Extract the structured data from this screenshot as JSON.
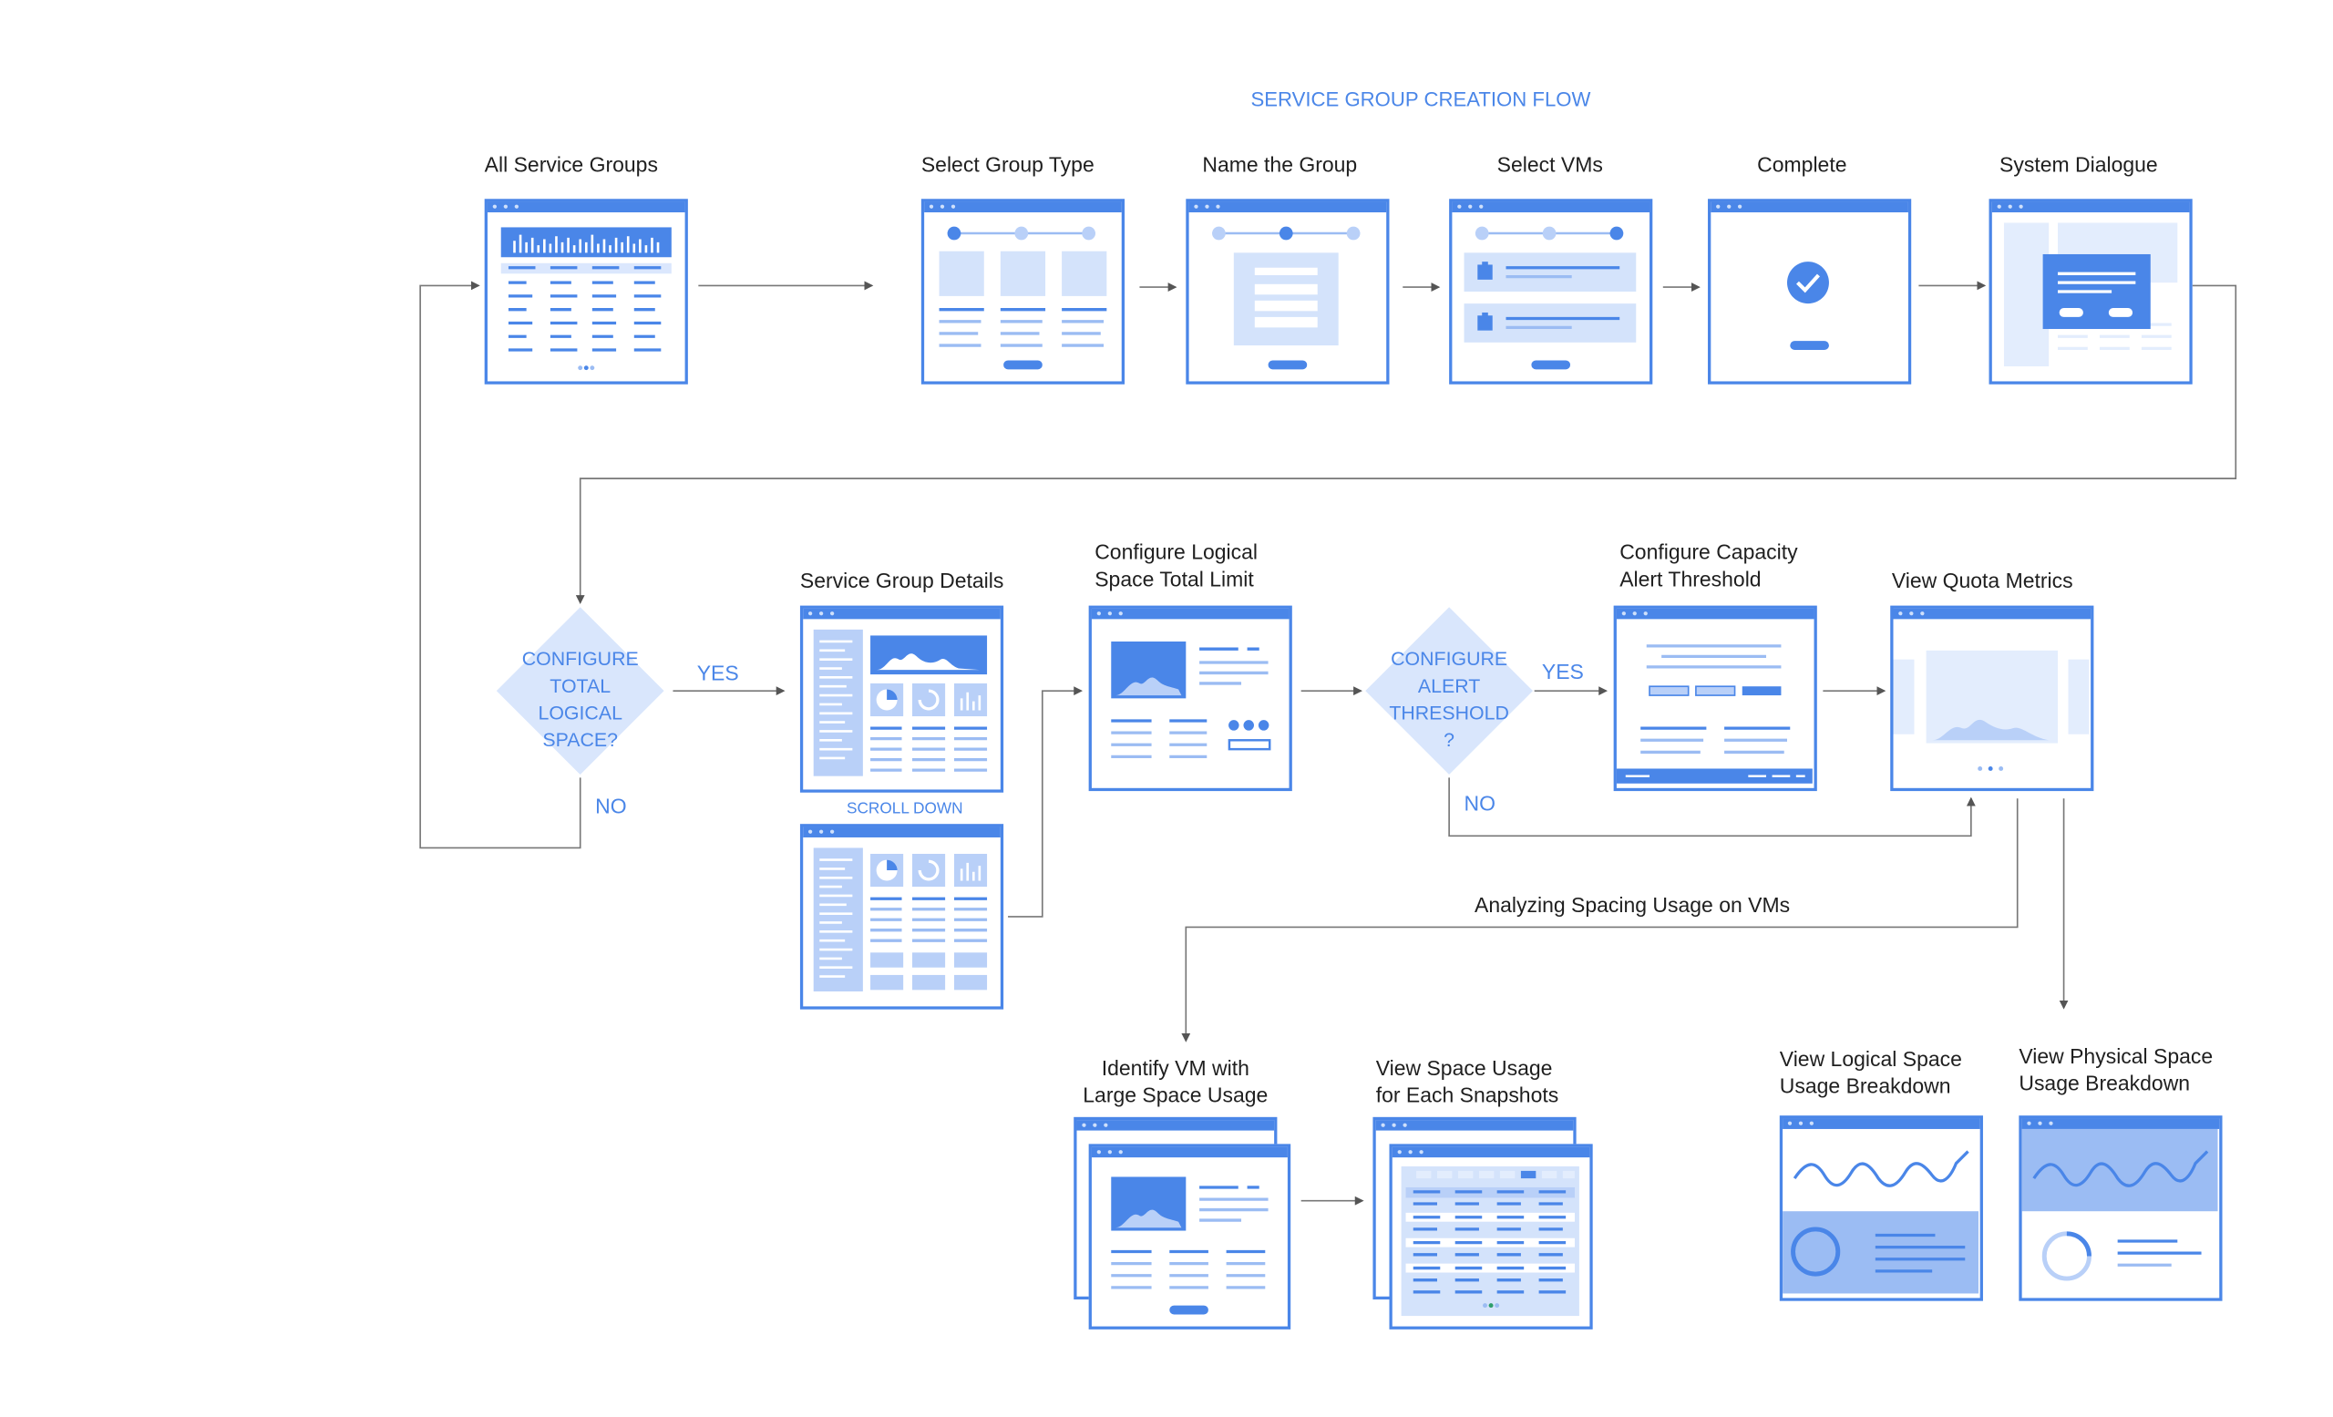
{
  "title": "SERVICE GROUP CREATION FLOW",
  "colors": {
    "accent": "#4a86e8",
    "light": "#c9dcfa",
    "pale": "#e3edfd",
    "connector": "#777777"
  },
  "screens": {
    "all_service_groups": "All Service Groups",
    "select_group_type": "Select Group Type",
    "name_the_group": "Name the Group",
    "select_vms": "Select VMs",
    "complete": "Complete",
    "system_dialogue": "System Dialogue",
    "service_group_details": "Service Group Details",
    "configure_logical_space_total_limit": "Configure Logical\nSpace Total Limit",
    "configure_capacity_alert_threshold": "Configure Capacity\nAlert Threshold",
    "view_quota_metrics": "View Quota Metrics",
    "identify_vm": "Identify VM with\nLarge Space Usage",
    "view_space_usage_snapshots": "View Space Usage\nfor Each Snapshots",
    "view_logical_space_breakdown": "View Logical Space\nUsage Breakdown",
    "view_physical_space_breakdown": "View Physical Space\nUsage Breakdown"
  },
  "decisions": {
    "configure_total_logical_space": "CONFIGURE\nTOTAL\nLOGICAL\nSPACE?",
    "configure_alert_threshold": "CONFIGURE\nALERT\nTHRESHOLD\n?"
  },
  "edge_labels": {
    "yes_1": "YES",
    "no_1": "NO",
    "yes_2": "YES",
    "no_2": "NO",
    "scroll_down": "SCROLL DOWN",
    "analyzing": "Analyzing Spacing Usage on VMs"
  }
}
